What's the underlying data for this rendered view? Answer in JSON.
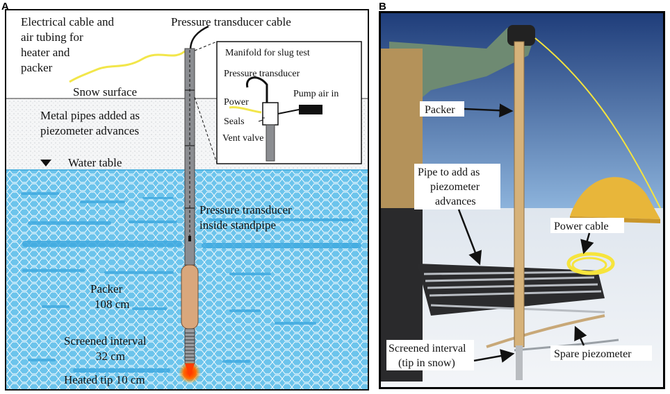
{
  "panel_a": {
    "label": "A",
    "top_left_text": [
      "Electrical cable and",
      "air tubing for",
      "heater and",
      "packer"
    ],
    "pressure_cable": "Pressure transducer cable",
    "snow_surface": "Snow surface",
    "metal_pipes": [
      "Metal pipes added as",
      "piezometer advances"
    ],
    "water_table": "Water table",
    "pressure_inside": [
      "Pressure transducer",
      "inside standpipe"
    ],
    "packer": [
      "Packer",
      "108 cm"
    ],
    "screened": [
      "Screened interval",
      "32 cm"
    ],
    "heated_tip": "Heated tip 10 cm",
    "inset": {
      "title": "Manifold for slug test",
      "pressure_transducer": "Pressure transducer",
      "pump_air": "Pump air in",
      "power": "Power",
      "seals": "Seals",
      "vent_valve": "Vent valve"
    },
    "colors": {
      "ice": "#6cc4ec",
      "ice_lines": "#ffffff",
      "cable": "#f2e64a",
      "packer": "#d9a77c",
      "tip": "#ff3c00"
    }
  },
  "panel_b": {
    "label": "B",
    "packer": "Packer",
    "pipe": [
      "Pipe to add as",
      "piezometer",
      "advances"
    ],
    "power_cable": "Power cable",
    "screened": [
      "Screened interval",
      "(tip in snow)"
    ],
    "spare": "Spare piezometer",
    "colors": {
      "sky": "#2a4f8e",
      "snow": "#e9eef4",
      "tent": "#e8b63a",
      "cable": "#f6e43c",
      "pole": "#d6b27a"
    }
  }
}
